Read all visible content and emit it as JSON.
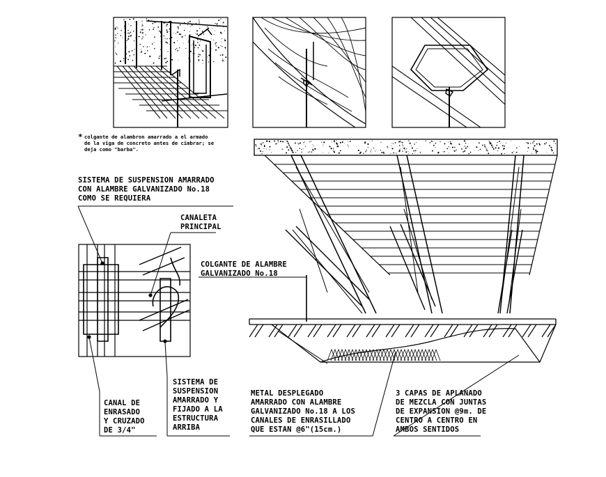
{
  "note": {
    "marker": "*",
    "lines": [
      "colgante  de alambron amarrado a el armado",
      "de la viga de concreto antes de cimbrar; se",
      "deja como \"barba\"."
    ]
  },
  "labels": {
    "suspension_system": [
      "SISTEMA DE SUSPENSION AMARRADO",
      "CON ALAMBRE GALVANIZADO No.18",
      "COMO SE REQUIERA"
    ],
    "main_channel": [
      "CANALETA",
      "PRINCIPAL"
    ],
    "wire_hanger": [
      "COLGANTE DE ALAMBRE",
      "GALVANIZADO No.18"
    ],
    "furring_channel": [
      "CANAL DE",
      "ENRASADO",
      "Y CRUZADO",
      "DE 3/4\""
    ],
    "suspension_tied": [
      "SISTEMA DE",
      "SUSPENSION",
      "AMARRADO Y",
      "FIJADO A LA",
      "ESTRUCTURA",
      "ARRIBA"
    ],
    "expanded_metal": [
      "METAL DESPLEGADO",
      "AMARRADO CON ALAMBRE",
      "GALVANIZADO No.18 A LOS",
      "CANALES DE ENRASILLADO",
      "QUE ESTAN @6\"(15cm.)"
    ],
    "plaster": [
      "3 CAPAS DE APLANADO",
      "DE MEZCLA CON JUNTAS",
      "DE EXPANSION @9m. DE",
      "CENTRO A CENTRO EN",
      "AMBOS SENTIDOS"
    ]
  },
  "colors": {
    "ink": "#000000",
    "paper": "#ffffff"
  }
}
